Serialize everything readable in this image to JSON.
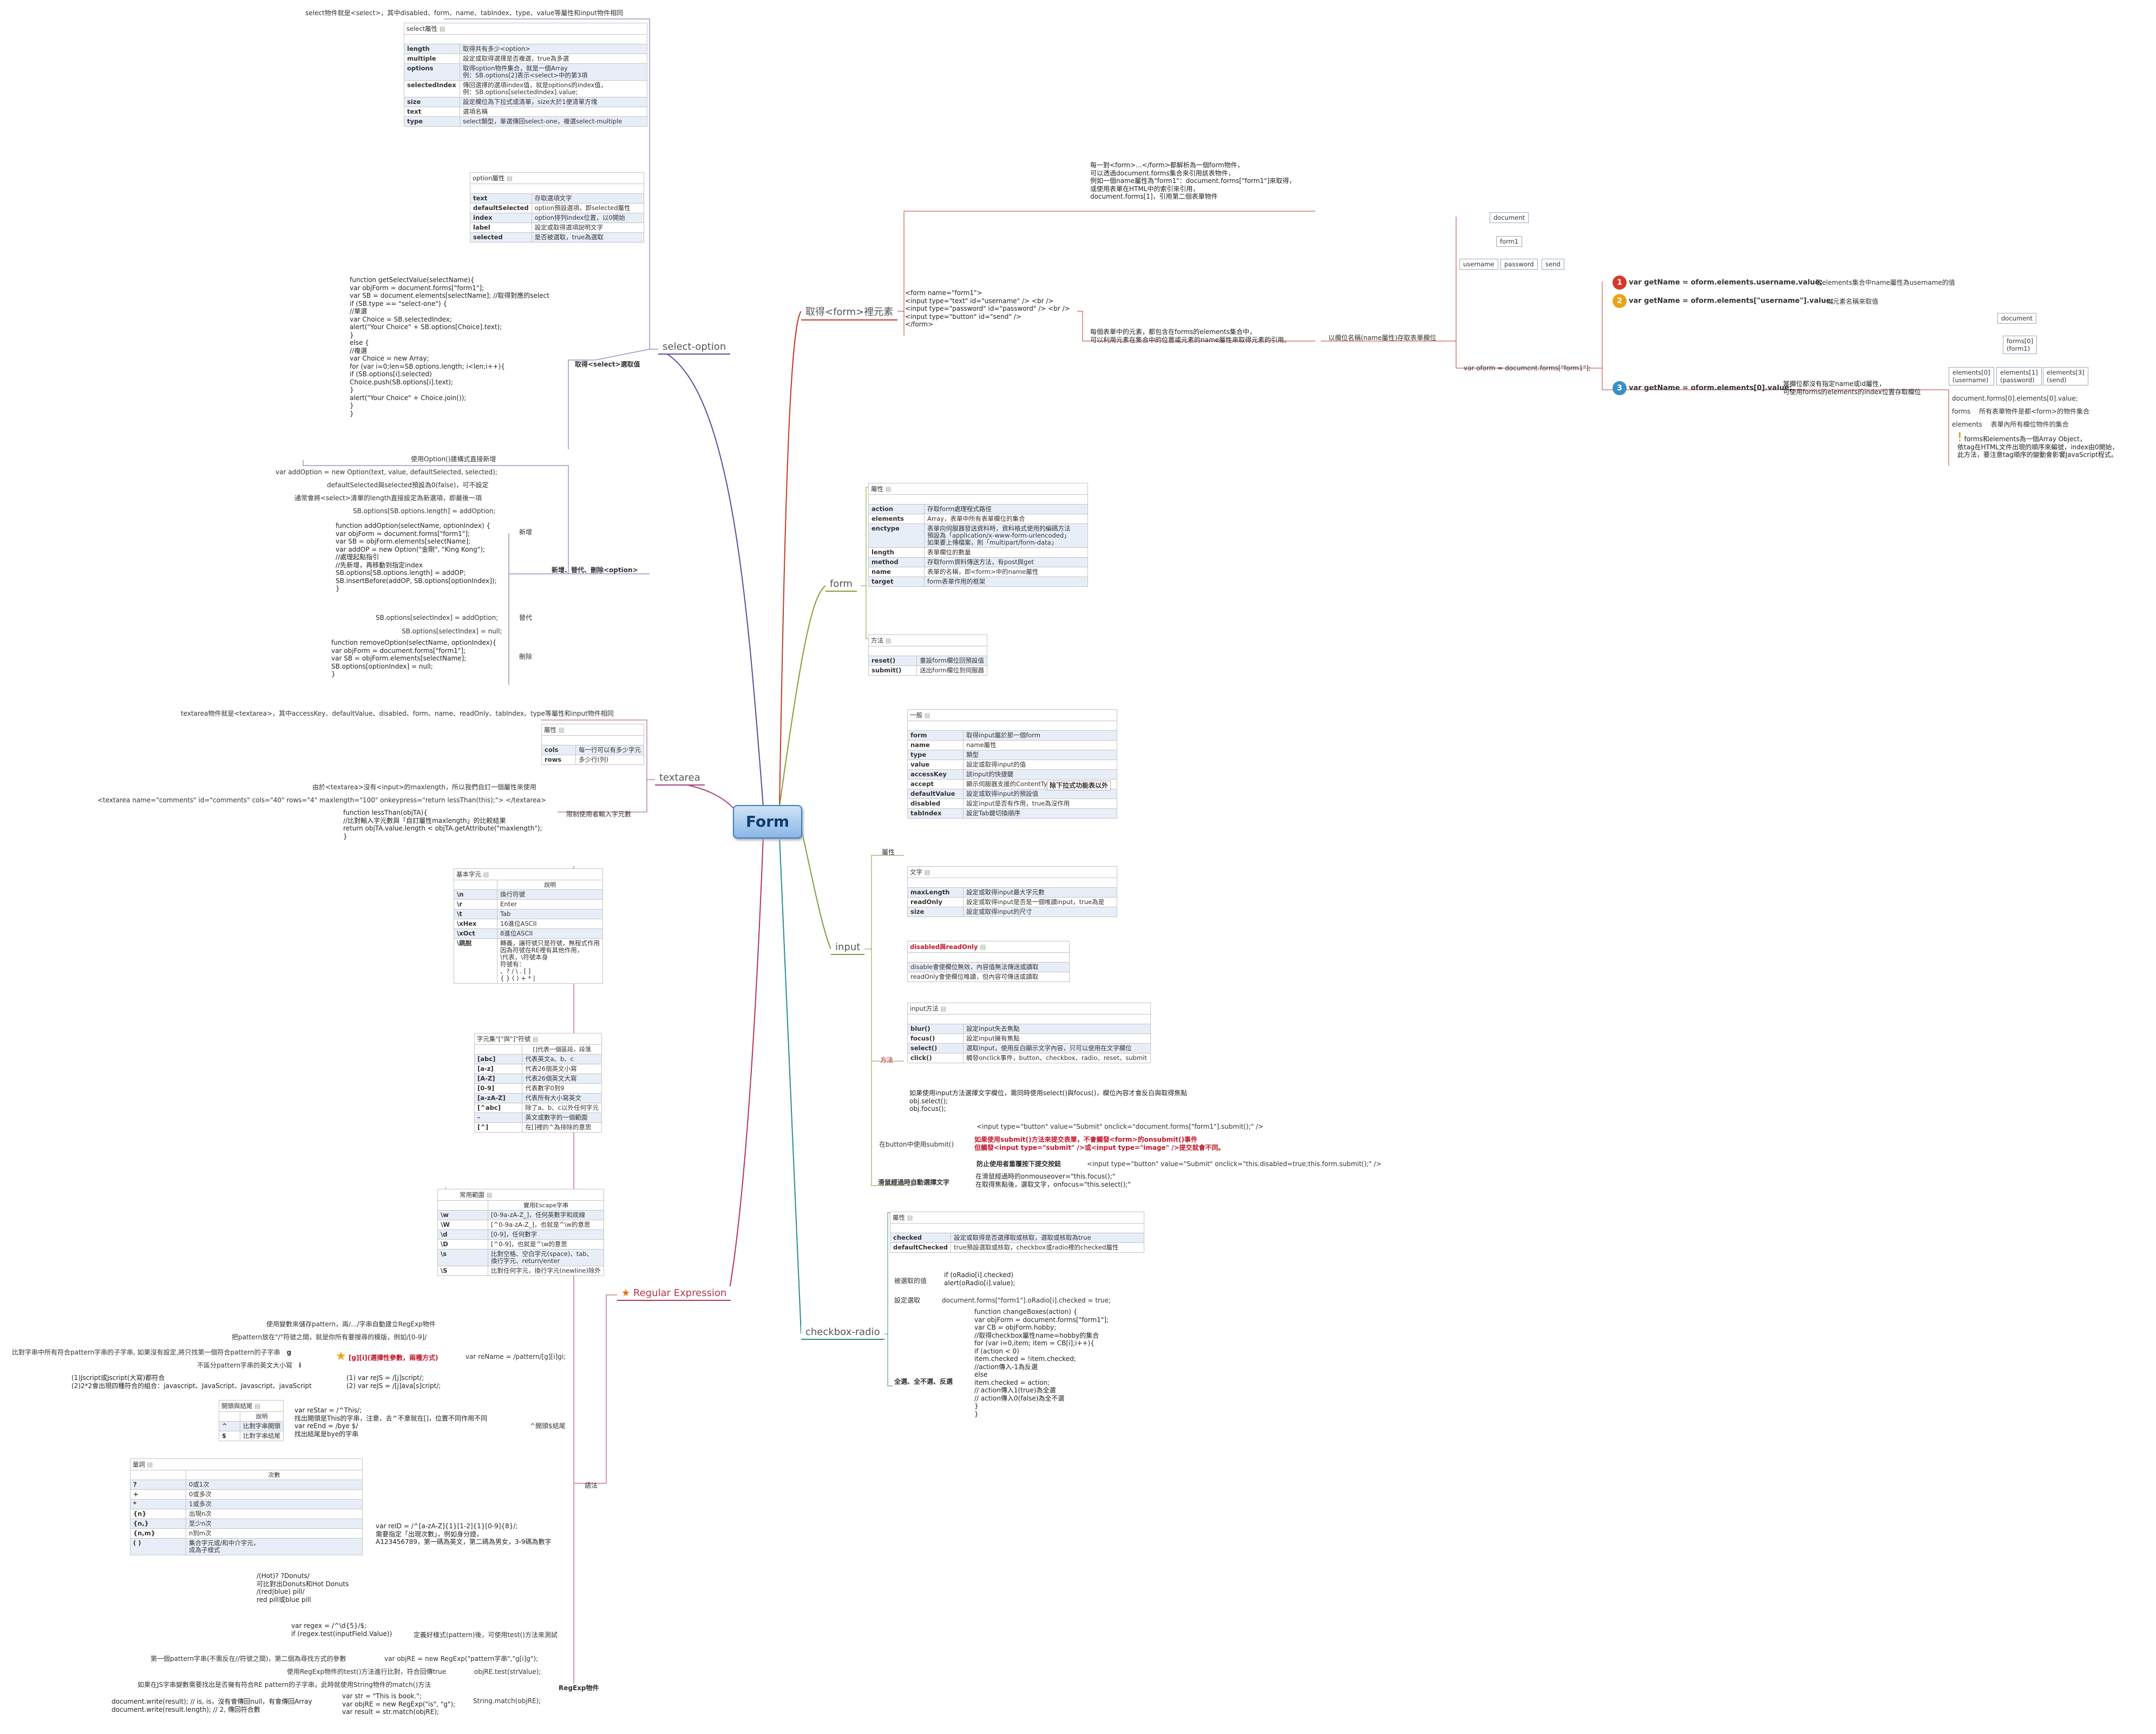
{
  "center": "Form",
  "branches": {
    "select_option": "select-option",
    "get_form": "取得<form>裡元素",
    "form": "form",
    "textarea": "textarea",
    "input": "input",
    "regex": "Regular Expression",
    "checkbox_radio": "checkbox-radio"
  },
  "select": {
    "intro": "select物件就是<select>，其中disabled、form、name、tabIndex、type、value等屬性和input物件相同",
    "table_title": "select屬性",
    "rows": [
      [
        "length",
        "取得共有多少<option>"
      ],
      [
        "multiple",
        "設定或取得選擇是否複選，true為多選"
      ],
      [
        "options",
        "取得option物件集合，就是一個Array\n例：SB.options[2]表示<select>中的第3項"
      ],
      [
        "selectedIndex",
        "傳回選擇的選項index值，就是options的index值，\n例：SB.options[selectedIndex].value;"
      ],
      [
        "size",
        "設定欄位為下拉式或清單，size大於1便清單方塊"
      ],
      [
        "text",
        "選項名稱"
      ],
      [
        "type",
        "select類型，單選傳回select-one，複選select-multiple"
      ]
    ],
    "option_title": "option屬性",
    "option_rows": [
      [
        "text",
        "存取選項文字"
      ],
      [
        "defaultSelected",
        "option預設選項，即selected屬性"
      ],
      [
        "index",
        "option排列index位置，以0開始"
      ],
      [
        "label",
        "設定或取得選項說明文字"
      ],
      [
        "selected",
        "是否被選取，true為選取"
      ]
    ],
    "get_value_label": "取得<select>選取值",
    "get_value_code": "function getSelectValue(selectName){\nvar objForm = document.forms[\"form1\"];\nvar SB = document.elements[selectName]; //取得對應的select\nif (SB.type == \"select-one\") {\n//單選\nvar Choice = SB.selectedIndex;\nalert(\"Your Choice\" + SB.options[Choice].text);\n}\nelse {\n//複選\nvar Choice = new Array;\nfor (var i=0;len=SB.options.length; i<len;i++){\nif (SB.options[i].selected)\nChoice.push(SB.options[i].text);\n}\nalert(\"Your Choice\" + Choice.join());\n}\n}",
    "option_note": "使用Option()建構式直接新增",
    "add_code1": "var addOption = new Option(text, value, defaultSelected, selected);",
    "add_note2": "defaultSelected與selected預設為0(false)，可不設定",
    "add_note3": "通常會將<select>清單的length直接設定為新選項，即最後一項",
    "add_code4": "SB.options[SB.options.length] = addOption;",
    "add_label": "新增",
    "add_code5": "function addOption(selectName, optionIndex) {\nvar objForm = document.forms[\"form1\"];\nvar SB = objForm.elements[selectName];\nvar addOP = new Option(\"金剛\", \"King Kong\");\n//處理起點指引\n//先新增，再移動到指定index\nSB.options[SB.options.length] = addOP;\nSB.insertBefore(addOP, SB.options[optionIndex]);\n}",
    "replace_label": "替代",
    "replace_code": "SB.options[selectIndex] = addOption;",
    "delete_label": "刪除",
    "delete_code1": "SB.options[selectIndex] = null;",
    "delete_code2": "function removeOption(selectName, optionIndex){\nvar objForm = document.forms[\"form1\"];\nvar SB = objForm.elements[selectName];\nSB.options[optionIndex] = null;\n}",
    "ops_label": "新增、替代、刪除<option>"
  },
  "getform": {
    "note1": "每一對<form>...</form>都解析為一個form物件，\n可以透過document.forms集合來引用該表物件，\n例如一個name屬性為\"form1\"：document.forms[\"form1\"]來取得，\n或使用表單在HTML中的索引來引用，\ndocument.forms[1]，引用第二個表單物件",
    "html_code": "<form name=\"form1\">\n<input type=\"text\" id=\"username\" /> <br />\n<input type=\"password\" id=\"password\" /> <br />\n<input type=\"button\" id=\"send\" />\n</form>",
    "note2": "每個表單中的元素，都包含在forms的elements集合中，\n可以利用元素在集合中的位置或元素的name屬性來取得元素的引用。",
    "by_name": "以欄位名稱(name屬性)存取表單欄位",
    "oform": "var oform = document.forms[\"form1\"];",
    "tree1": [
      "document",
      "form1",
      "username",
      "password",
      "send"
    ],
    "method1": "var getName = oform.elements.username.value;",
    "method1_note": "取elements集合中name屬性為username的值",
    "method2": "var getName = oform.elements[\"username\"].value;",
    "method2_note": "以元素名稱來取值",
    "method3": "var getName = oform.elements[0].value;",
    "method3_note": "當欄位都沒有指定name或id屬性，\n可使用forms的elements的index位置存取欄位",
    "tree2": [
      "document",
      "forms[0]\n(form1)",
      "elements[0]\n(username)",
      "elements[1]\n(password)",
      "elements[3]\n(send)"
    ],
    "tree2_line": "document.forms[0].elements[0].value;",
    "forms_def": "所有表單物件是都<form>的物件集合",
    "elements_def": "表單內所有欄位物件的集合",
    "forms_label": "forms",
    "elements_label": "elements",
    "warning": "forms和elements為一個Array Object，\n依tag在HTML文件出現的順序來編號，index由0開始，\n此方法，要注意tag順序的變動會影響JavaScript程式。"
  },
  "form": {
    "attr_title": "屬性",
    "attr_rows": [
      [
        "action",
        "存取form處理程式路徑"
      ],
      [
        "elements",
        "Array，表單中所有表單欄位的集合"
      ],
      [
        "enctype",
        "表單向伺服器發送資料時，資料格式使用的編碼方法\n預設為「application/x-www-form-urlencoded」\n如果要上傳檔案，則「multipart/form-data」"
      ],
      [
        "length",
        "表單欄位的數量"
      ],
      [
        "method",
        "存取form資料傳送方法，有post與get"
      ],
      [
        "name",
        "表單的名稱，即<form>中的name屬性"
      ],
      [
        "target",
        "form表單作用的框架"
      ]
    ],
    "method_title": "方法",
    "method_rows": [
      [
        "reset()",
        "重設form欄位回預設值"
      ],
      [
        "submit()",
        "送出form欄位到伺服器"
      ]
    ]
  },
  "textarea": {
    "intro": "textarea物件就是<textarea>，其中accessKey、defaultValue、disabled、form、name、readOnly、tabIndex、type等屬性和input物件相同",
    "attr_title": "屬性",
    "rows": [
      [
        "cols",
        "每一行可以有多少字元"
      ],
      [
        "rows",
        "多少行(列)"
      ]
    ],
    "note": "由於<textarea>沒有<input>的maxlength，所以我們自訂一個屬性來使用",
    "html": "<textarea name=\"comments\" id=\"comments\" cols=\"40\" rows=\"4\" maxlength=\"100\" onkeypress=\"return lessThan(this);\"> </textarea>",
    "func": "function lessThan(objTA){\n//比對輸入字元數與「自訂屬性maxlength」的比較結果\nreturn objTA.value.length < objTA.getAttribute(\"maxlength\");\n}",
    "label": "限制使用者輸入字元數"
  },
  "input": {
    "general_title": "一般",
    "general_rows": [
      [
        "form",
        "取得input屬於那一個form"
      ],
      [
        "name",
        "name屬性"
      ],
      [
        "type",
        "類型"
      ],
      [
        "value",
        "設定或取得input的值"
      ],
      [
        "accessKey",
        "該input的快捷鍵"
      ],
      [
        "accept",
        "顯示伺服器支援的ContentType清單"
      ],
      [
        "defaultValue",
        "設定或取得input的預設值"
      ],
      [
        "disabled",
        "設定input是否有作用，true為沒作用"
      ],
      [
        "tabIndex",
        "設定Tab鍵切換順序"
      ]
    ],
    "value_note": "除下拉式功能表以外",
    "text_title": "文字",
    "text_rows": [
      [
        "maxLength",
        "設定或取得input最大字元數"
      ],
      [
        "readOnly",
        "設定或取得input是否是一個唯讀input，true為是"
      ],
      [
        "size",
        "設定或取得input的尺寸"
      ]
    ],
    "dis_title": "disabled與readOnly",
    "dis_rows": [
      "disable會使欄位無效，內容值無法傳送或讀取",
      "readOnly會使欄位唯讀，但內容可傳送或讀取"
    ],
    "attr_label": "屬性",
    "method_title": "input方法",
    "method_rows": [
      [
        "blur()",
        "設定input失去焦點"
      ],
      [
        "focus()",
        "設定input擁有焦點"
      ],
      [
        "select()",
        "選取input，使用反白顯示文字內容，只可以使用在文字欄位"
      ],
      [
        "click()",
        "觸發onclick事件，button、checkbox、radio、reset、submit"
      ]
    ],
    "method_code": "如果使用input方法選擇文字欄位，需同時使用select()與focus()，欄位內容才會反白與取得焦點\nobj.select();\nobj.focus();",
    "method_label": "方法",
    "submit_label": "在button中使用submit()",
    "submit_code": "<input type=\"button\" value=\"Submit\" onclick=\"document.forms[\"form1\"].submit();\" />",
    "submit_red": "如果使用submit()方法來提交表單，不會觸發<form>的onsubmit()事件\n但觸發<input type=\"submit\" />或<input type=\"image\" />提交就會不同。",
    "prevent_label": "防止使用者重覆按下提交按鈕",
    "prevent_code": "<input type=\"button\" value=\"Submit\" onclick=\"this.disabled=true;this.form.submit();\" />",
    "auto_label": "滑鼠經過時自動選擇文字",
    "auto_code": "在滑鼠經過時的onmouseover=\"this.focus();\"\n在取得焦點後，選取文字，onfocus=\"this.select();\""
  },
  "checkbox": {
    "attr_title": "屬性",
    "rows": [
      [
        "checked",
        "設定或取得是否選擇取或核取，選取或核取為true"
      ],
      [
        "defaultChecked",
        "true預設選取或核取，checkbox或radio裡的checked屬性"
      ]
    ],
    "get_label": "被選取的值",
    "get_code": "if (oRadio[i].checked)\nalert(oRadio[i].value);",
    "set_label": "設定選取",
    "set_code": "document.forms[\"form1\"].oRadio[i].checked = true;",
    "all_label": "全選、全不選、反選",
    "all_code": "function changeBoxes(action) {\nvar objForm = document.forms[\"form1\"];\nvar CB = objForm.hobby;\n//取得checkbox屬性name=hobby的集合\nfor (var i=0,item; item = CB[i];i++){\nif (action < 0)\nitem.checked = !item.checked;\n//action傳入-1為反選\nelse\nitem.checked = action;\n// action傳入1(true)為全選\n// action傳入0(false)為全不選\n}\n}"
  },
  "regex": {
    "char_title": "基本字元",
    "char_header": "說明",
    "char_rows": [
      [
        "\\n",
        "換行符號"
      ],
      [
        "\\r",
        "Enter"
      ],
      [
        "\\t",
        "Tab"
      ],
      [
        "\\xHex",
        "16進位ASCII"
      ],
      [
        "\\xOct",
        "8進位ASCII"
      ],
      [
        "\\跳脫",
        "轉義，讓符號只是符號，無程式作用\n因為符號在RE裡有其他作用，\n\\代表，\\符號本身\n符號有：\n、? / \\ . [ ]\n{ } ( ) + * |"
      ]
    ],
    "set_title": "字元集\"[\"與\"]\"符號",
    "set_header": "[]代表一個區段，段落",
    "set_rows": [
      [
        "[abc]",
        "代表英文a、b、c"
      ],
      [
        "[a-z]",
        "代表26個英文小寫"
      ],
      [
        "[A-Z]",
        "代表26個英文大寫"
      ],
      [
        "[0-9]",
        "代表數字0到9"
      ],
      [
        "[a-zA-Z]",
        "代表所有大小寫英文"
      ],
      [
        "[^abc]",
        "除了a、b、c以外任何字元"
      ],
      [
        "-",
        "英文或數字的一個範圍"
      ],
      [
        "[^]",
        "在[]裡的^為排除的意思"
      ]
    ],
    "common_title": "常用範圍",
    "common_header": "實用Escape字串",
    "common_rows": [
      [
        "\\w",
        "[0-9a-zA-Z_]，任何英數字和底線"
      ],
      [
        "\\W",
        "[^0-9a-zA-Z_]，也就是^\\w的意思"
      ],
      [
        "\\d",
        "[0-9]，任何數字"
      ],
      [
        "\\D",
        "[^0-9]，也就是^\\w的意思"
      ],
      [
        "\\s",
        "比對空格、空白字元(space)、tab、\n換行字元、return/enter"
      ],
      [
        "\\S",
        "比對任何字元，換行字元(newline)除外"
      ]
    ],
    "n1": "使用變數來儲存pattern，兩/.../字串自動建立RegExp物件",
    "n2": "把pattern放在\"/\"符號之間，就是你所有要搜尋的模版，例如/[0-9]/",
    "n3": "比對字串中所有符合pattern字串的子字串, 如果沒有設定,將只找第一個符合pattern的子字串",
    "n3k": "g",
    "n4": "不區分pattern字串的英文大小寫",
    "n4k": "i",
    "gi_label": "[g][i](選擇性參數，兩種方式)",
    "gi_code": "(1) var reJS = /[j]script/;\n(2) var reJS = /[j]ava[s]cript/;",
    "gi_note": "(1)Jscript或Jscript(大寫)都符合\n(2)2*2會出現四種符合的組合：javascript、JavaScript、Javascript、javaScript",
    "rename": "var reName = /pattern/[g][i]gi;",
    "anchor_title": "開頭與結尾",
    "anchor_header": "說明",
    "anchor_rows": [
      [
        "^",
        "比對字串開頭"
      ],
      [
        "$",
        "比對字串結尾"
      ]
    ],
    "anchor_code": "var reStar = /^This/;\n找出開頭是This的字串，注意，去^不意就在[]，位置不同作用不同\nvar reEnd = /bye $/\n找出結尾是bye的字串",
    "anchor_label": "^開頭$結尾",
    "quant_title": "量詞",
    "quant_header": "次數",
    "quant_rows": [
      [
        "?",
        "0或1次"
      ],
      [
        "+",
        "0或多次"
      ],
      [
        "*",
        "1或多次"
      ],
      [
        "{n}",
        "出現n次"
      ],
      [
        "{n,}",
        "至少n次"
      ],
      [
        "{n,m}",
        "n到m次"
      ],
      [
        "( )",
        "集合字元或/和中介字元，\n成為子樣式"
      ]
    ],
    "group_code": "/(Hot)? ?Donuts/\n可比對出Donuts和Hot Donuts\n/(red|blue) pill/\nred pill或blue pill",
    "reid": "var reID = /^[a-zA-Z]{1}[1-2]{1}[0-9]{8}/;\n需要指定「出現次數」，例如身分證，\nA123456789，第一碼為英文，第二碼為男女，3-9碼為數字",
    "syntax_label": "語法",
    "test_code": "var regex = /^\\d{5}/$;\nif (regex.test(inputField.Value))",
    "test_label": "定義好樣式(pattern)後，可使用test()方法來測試",
    "n5": "第一個pattern字串(不需反在//符號之間)，第二個為尋找方式的參數",
    "n5c": "var objRE = new RegExp(\"pattern字串\",\"g[i]g\");",
    "n6": "使用RegExp物件的test()方法進行比對，符合回傳true",
    "n6c": "objRE.test(strValue);",
    "regexp_label": "RegExp物件",
    "n7": "如果在JS字串變數需要找出是否擁有符合RE pattern的子字串，此時就使用String物件的match()方法",
    "match_code": "var str = \"This is book.\";\nvar objRE = new RegExp(\"is\", \"g\");\nvar result = str.match(objRE);",
    "match_label": "String.match(objRE);",
    "match_note": "document.write(result); // is, is，沒有會傳回null，有會傳回Array\ndocument.write(result.length); // 2, 傳回符合數"
  },
  "colors": {
    "select": "#5a4d9c",
    "getform": "#c0392b",
    "form": "#8a9b2f",
    "textarea": "#a6427c",
    "input": "#7a9e3a",
    "regex": "#b5344e",
    "checkbox": "#2c8c8c"
  }
}
